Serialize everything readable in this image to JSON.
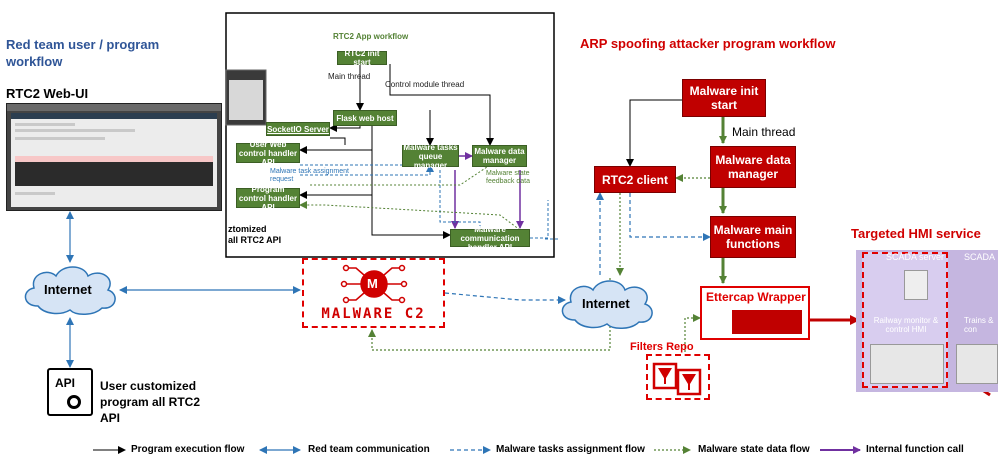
{
  "left": {
    "heading": "Red team user / program workflow",
    "webui_title": "RTC2 Web-UI",
    "internet": "Internet",
    "api_icon": "API",
    "api_caption": "User customized program all RTC2 API"
  },
  "app": {
    "title": "RTC2 App workflow",
    "init_start": "RTC2 init start",
    "main_thread": "Main thread",
    "control_thread": "Control module thread",
    "flask": "Flask web host",
    "socketio": "SocketIO Server",
    "user_web": "User Web control handler API",
    "program_ctrl": "Program control handler API",
    "task_queue": "Malware tasks queue manager",
    "data_mgr": "Malware data manager",
    "comm_handler": "Malware communication handler API",
    "note_task": "Malware task assignment request",
    "note_state": "Malware state feedback data",
    "partial_text_1": "ztomized",
    "partial_text_2": "all RTC2 API"
  },
  "center": {
    "c2_label": "MALWARE C2",
    "c2_letter": "M",
    "internet": "Internet"
  },
  "right": {
    "heading": "ARP spoofing attacker program workflow",
    "init_start": "Malware init start",
    "main_thread": "Main thread",
    "data_mgr": "Malware data manager",
    "rtc2_client": "RTC2 client",
    "main_funcs": "Malware main functions",
    "ettercap": "Ettercap Wrapper",
    "filters": "Filters Repo",
    "hmi_title": "Targeted HMI service",
    "hmi_scada": "SCADA server",
    "hmi_scada2": "SCADA",
    "hmi_railway": "Railway monitor & control HMI",
    "hmi_trains": "Trains & con"
  },
  "legend": {
    "exec": "Program execution flow",
    "team": "Red team communication",
    "tasks": "Malware tasks assignment flow",
    "state": "Malware state data flow",
    "internal": "Internal function call"
  },
  "colors": {
    "green": "#548235",
    "red": "#c00000",
    "blue": "#2e75b6",
    "purple": "#7030a0"
  }
}
